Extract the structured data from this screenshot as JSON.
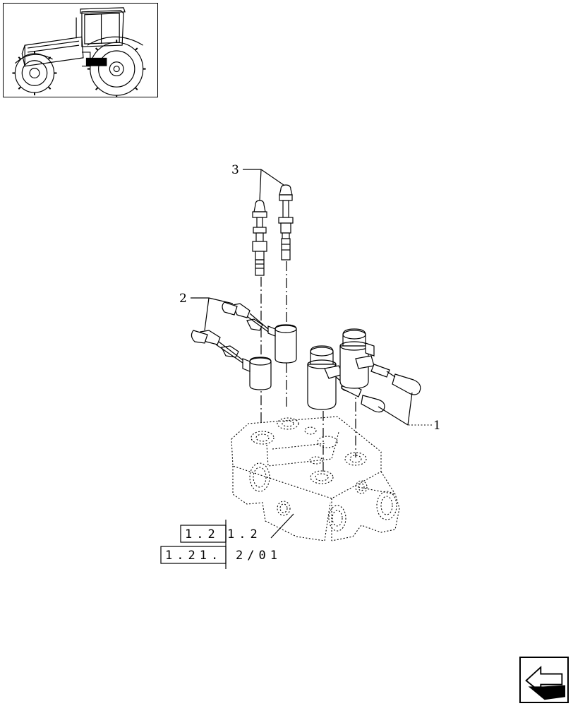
{
  "callouts": {
    "part1": "1",
    "part2": "2",
    "part3": "3"
  },
  "references": {
    "ref1_boxed": "1.2",
    "ref1_tail": "1.2",
    "ref2_boxed": "1.21.",
    "ref2_tail": "2/01"
  },
  "icons": {
    "thumbnail": "tractor-thumbnail-icon",
    "navigation": "back-arrow-icon"
  }
}
